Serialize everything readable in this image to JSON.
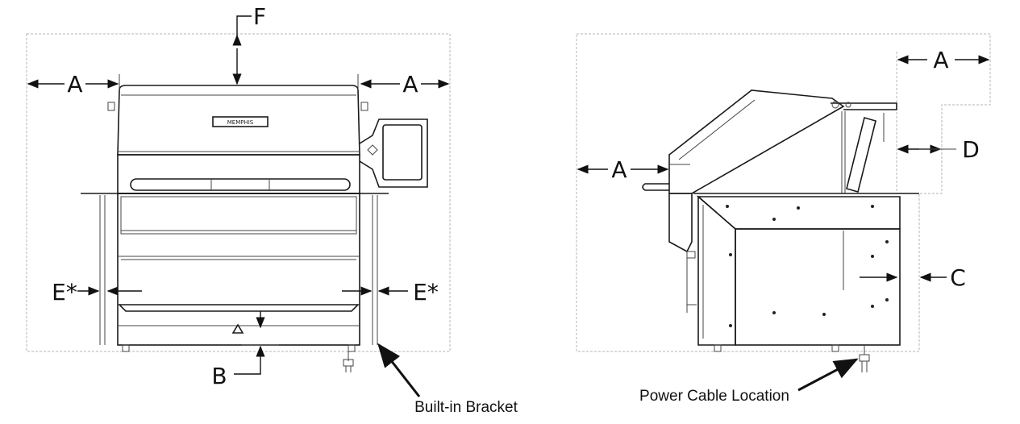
{
  "front_view": {
    "labels": {
      "a_left": "A",
      "a_right": "A",
      "f_top": "F",
      "e_left": "E*",
      "e_right": "E*",
      "b_bottom": "B"
    },
    "callout": "Built-in Bracket",
    "brand_plate": "MEMPHIS"
  },
  "side_view": {
    "labels": {
      "a_top": "A",
      "a_left": "A",
      "d_right": "D",
      "c_right": "C"
    },
    "callout": "Power Cable Location"
  }
}
